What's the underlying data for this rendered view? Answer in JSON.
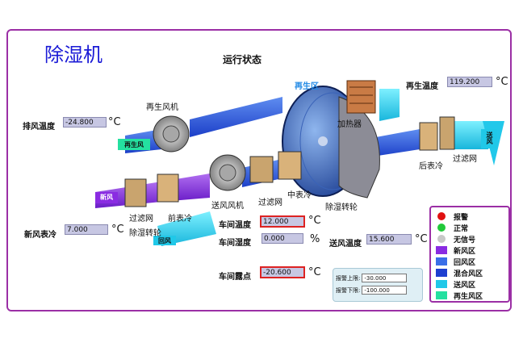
{
  "title": "除湿机",
  "status_title": "运行状态",
  "components": {
    "regen_zone": "再生区",
    "regen_fan": "再生风机",
    "heater": "加热器",
    "mid_cooler": "中表冷",
    "filter_mid": "过滤网",
    "rotor_right": "除湿转轮",
    "rear_cooler": "后表冷",
    "filter_right": "过滤网",
    "supply_fan": "送风风机",
    "filter_left": "过滤网",
    "front_cooler": "前表冷",
    "rotor_left": "除湿转轮"
  },
  "airflow_tags": {
    "regen": "再生风",
    "fresh": "新风",
    "return": "回风",
    "supply": "送风"
  },
  "readings": {
    "exhaust_temp": {
      "label": "排风温度",
      "value": "-24.800",
      "unit": "°C"
    },
    "regen_temp": {
      "label": "再生温度",
      "value": "119.200",
      "unit": "°C"
    },
    "fresh_precool": {
      "label": "新风表冷",
      "value": "7.000",
      "unit": "°C"
    },
    "room_temp": {
      "label": "车间温度",
      "value": "12.000",
      "unit": "°C"
    },
    "room_humidity": {
      "label": "车间湿度",
      "value": "0.000",
      "unit": "%"
    },
    "supply_temp": {
      "label": "送风温度",
      "value": "15.600",
      "unit": "°C"
    },
    "room_dewpoint": {
      "label": "车间露点",
      "value": "-20.600",
      "unit": "°C"
    }
  },
  "alarm": {
    "upper_label": "报警上限:",
    "upper_value": "-30.000",
    "lower_label": "报警下限:",
    "lower_value": "-100.000"
  },
  "legend": [
    {
      "label": "报警",
      "color": "#e01010",
      "shape": "dot"
    },
    {
      "label": "正常",
      "color": "#22c93a",
      "shape": "dot"
    },
    {
      "label": "无信号",
      "color": "#c8c8c8",
      "shape": "dot"
    },
    {
      "label": "新风区",
      "color": "#8a2be2",
      "shape": "rect"
    },
    {
      "label": "回风区",
      "color": "#3a6ee8",
      "shape": "rect"
    },
    {
      "label": "混合风区",
      "color": "#1e3fd0",
      "shape": "rect"
    },
    {
      "label": "送风区",
      "color": "#20c8e8",
      "shape": "rect"
    },
    {
      "label": "再生风区",
      "color": "#24e0a0",
      "shape": "rect"
    }
  ]
}
